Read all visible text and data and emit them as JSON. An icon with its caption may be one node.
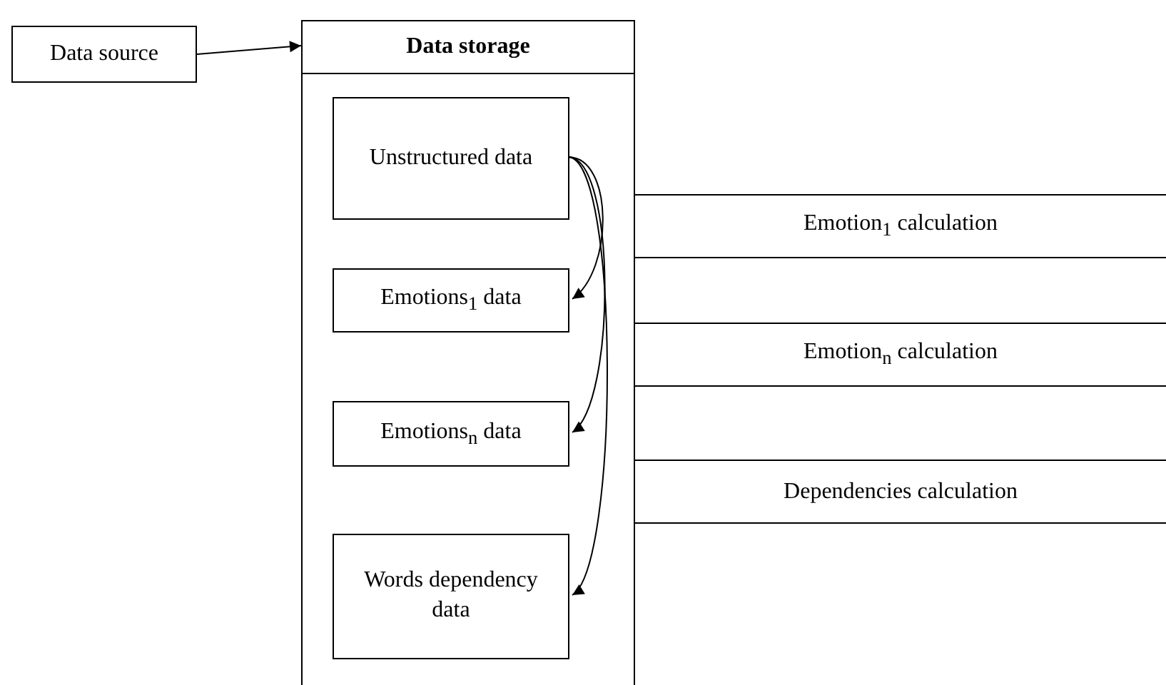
{
  "diagram": {
    "nodes": [
      {
        "text": [
          "Data source"
        ]
      },
      {
        "text": [
          "Data storage"
        ]
      },
      {
        "text": [
          "Unstructured data"
        ],
        "in": 1
      },
      {
        "text": [
          "Emotions$_{1}$ data"
        ],
        "in": 1
      },
      {
        "text": [
          "Emotions$_{n}$ data"
        ],
        "in": 1
      },
      {
        "text": [
          "Words dependency data"
        ],
        "in": 1
      },
      {
        "text": [
          "Emotion$_{1}$ calculation"
        ]
      },
      {
        "text": [
          "Emotion$_{n}$ calculation"
        ]
      },
      {
        "text": [
          "Dependencies calculation"
        ]
      }
    ],
    "edges": [
      {
        "from": 0,
        "to": 1,
        "arrow": "to"
      },
      {
        "from": 2,
        "to": 3,
        "arrow": "to"
      },
      {
        "from": 2,
        "to": 4,
        "arrow": "to"
      },
      {
        "from": 2,
        "to": 5,
        "arrow": "to"
      }
    ]
  }
}
